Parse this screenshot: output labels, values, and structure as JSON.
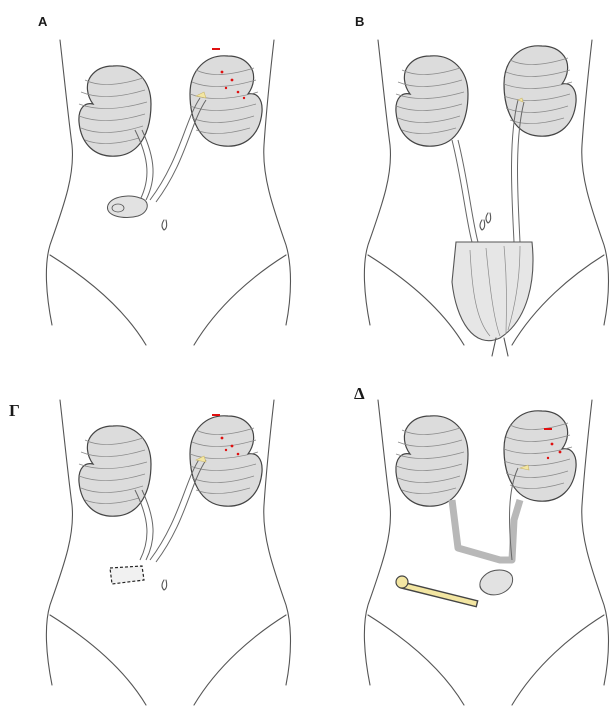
{
  "panels": [
    {
      "id": "A",
      "label": "A"
    },
    {
      "id": "B",
      "label": "B"
    },
    {
      "id": "G",
      "label": "Γ"
    },
    {
      "id": "D",
      "label": "Δ"
    }
  ],
  "colors": {
    "outline": "#555555",
    "kidney_fill": "#dcdcdc",
    "lesion_red": "#e01010",
    "yellow_marker": "#f3e6a2",
    "reconstruction_gray": "#b8b8b8"
  }
}
